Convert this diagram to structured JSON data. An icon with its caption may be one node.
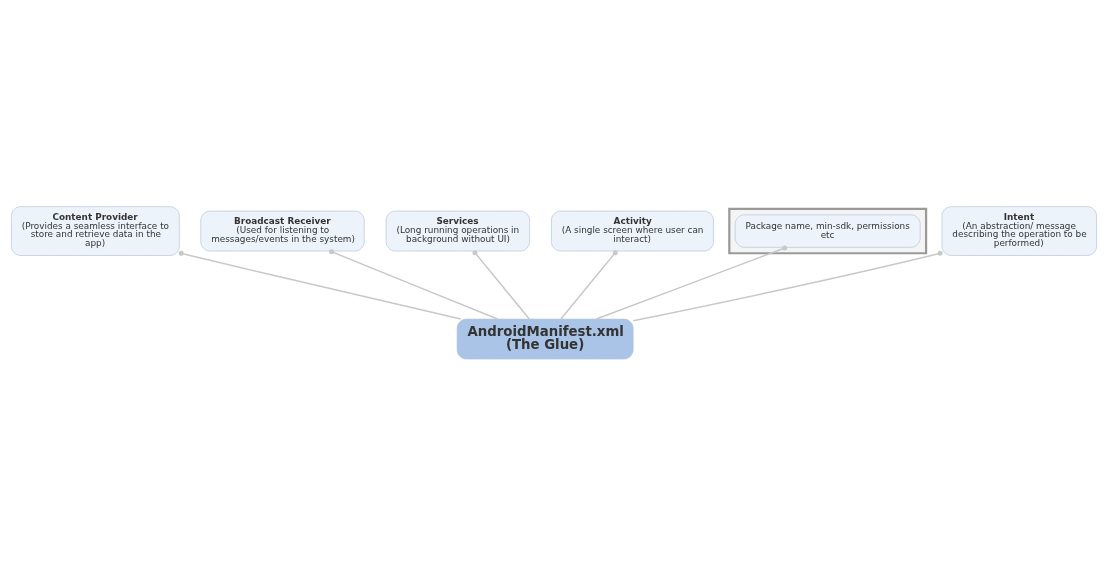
{
  "diagram": {
    "nodes": [
      {
        "text": [
          "Content Provider",
          "(Provides a seamless interface to store and retrieve data in the app)"
        ]
      },
      {
        "text": [
          "Broadcast Receiver",
          "(Used for listening to messages/events in the system)"
        ]
      },
      {
        "text": [
          "Services",
          "(Long running operations in background without UI)"
        ]
      },
      {
        "text": [
          "Activity",
          "(A single screen where user can interact)"
        ]
      },
      {
        "text": [],
        "shape": "box"
      },
      {
        "text": [
          "Package name, min-sdk, permissions etc"
        ],
        "in": 4
      },
      {
        "text": [
          "Intent",
          "(An abstraction/ message describing the operation to be performed)"
        ]
      },
      {
        "text": [
          "AndroidManifest.xml (The Glue)"
        ]
      }
    ],
    "edges": [
      {
        "from": 7,
        "to": 0,
        "arrow": "other"
      },
      {
        "from": 7,
        "to": 1,
        "arrow": "other"
      },
      {
        "from": 7,
        "to": 2,
        "arrow": "other"
      },
      {
        "from": 7,
        "to": 3,
        "arrow": "other"
      },
      {
        "from": 7,
        "to": 5,
        "arrow": "other"
      },
      {
        "from": 7,
        "to": 6,
        "arrow": "other"
      }
    ]
  }
}
